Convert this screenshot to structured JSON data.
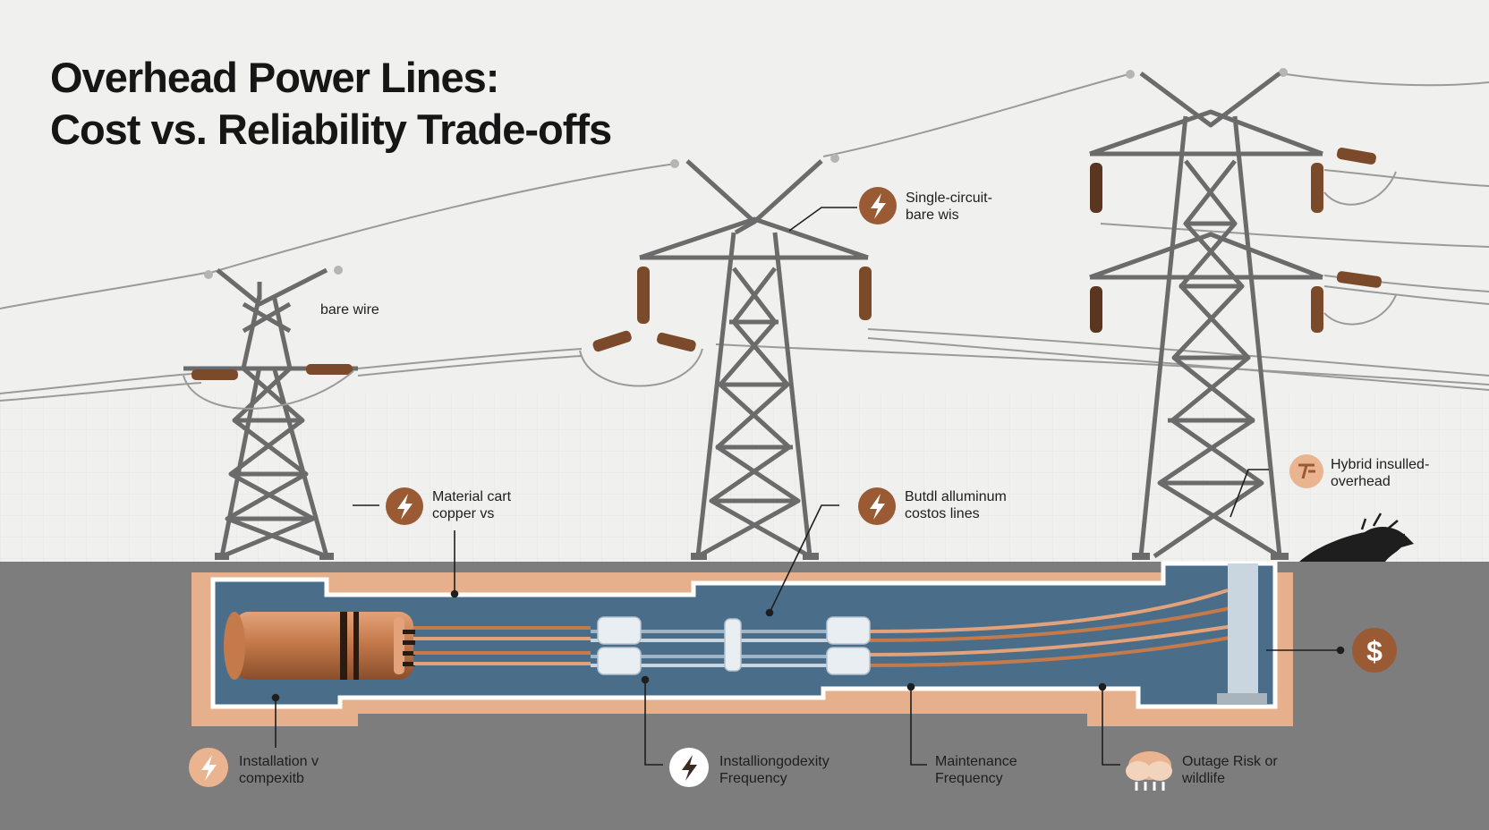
{
  "title": {
    "line1": "Overhead Power Lines:",
    "line2": "Cost vs. Reliability Trade-offs"
  },
  "labels": {
    "bare_wire": "bare wire",
    "single_circuit": {
      "line1": "Single-circuit-",
      "line2": "bare wis"
    },
    "material_cost": {
      "line1": "Material cart",
      "line2": "copper vs"
    },
    "bundled_aluminum": {
      "line1": "Butdl alluminum",
      "line2": "costos lines"
    },
    "hybrid": {
      "line1": "Hybrid insulled-",
      "line2": "overhead"
    },
    "installation_complexity": {
      "line1": "Installation v",
      "line2": "compexitb"
    },
    "installation_frequency": {
      "line1": "Installiongodexity",
      "line2": "Frequency"
    },
    "maintenance": {
      "line1": "Maintenance",
      "line2": "Frequency"
    },
    "outage": {
      "line1": "Outage Risk or",
      "line2": "wildlife"
    }
  },
  "icons": {
    "lightning": "lightning-bolt-icon",
    "dollar": "dollar-icon",
    "cost_swap": "cost-swap-icon",
    "storm_cloud": "storm-cloud-icon",
    "wildlife": "animal-silhouette-icon"
  },
  "glyphs": {
    "dollar": "$"
  },
  "colors": {
    "background": "#f0f0ee",
    "ground": "#7d7d7d",
    "trench_border": "#e7b08c",
    "conduit": "#4a6e8a",
    "tower_steel": "#6b6b6b",
    "insulator": "#7a4a2a",
    "badge_dark": "#9a5a34",
    "badge_light": "#e9b48f",
    "copper": "#c47a4a",
    "title": "#161616"
  }
}
